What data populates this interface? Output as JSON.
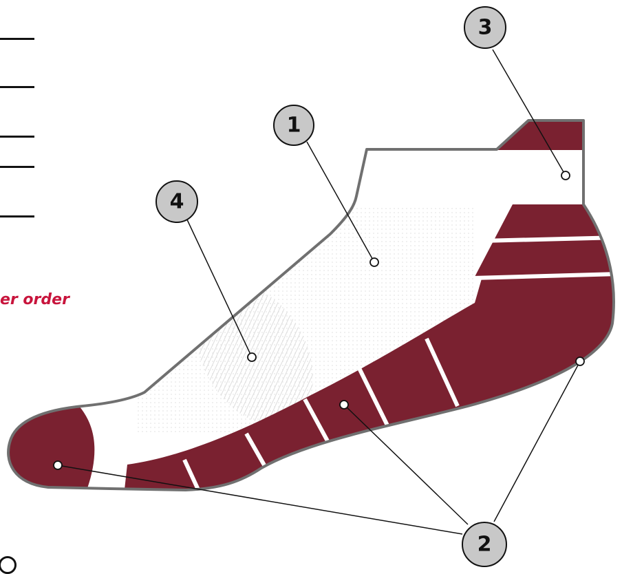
{
  "partial_text": "er order",
  "callouts": [
    {
      "id": "1",
      "label": "1"
    },
    {
      "id": "2",
      "label": "2"
    },
    {
      "id": "3",
      "label": "3"
    },
    {
      "id": "4",
      "label": "4"
    }
  ],
  "colors": {
    "sock_outline": "#707070",
    "accent_maroon": "#7a2130",
    "callout_fill": "#c8c8c8",
    "text_red": "#c8143c"
  }
}
